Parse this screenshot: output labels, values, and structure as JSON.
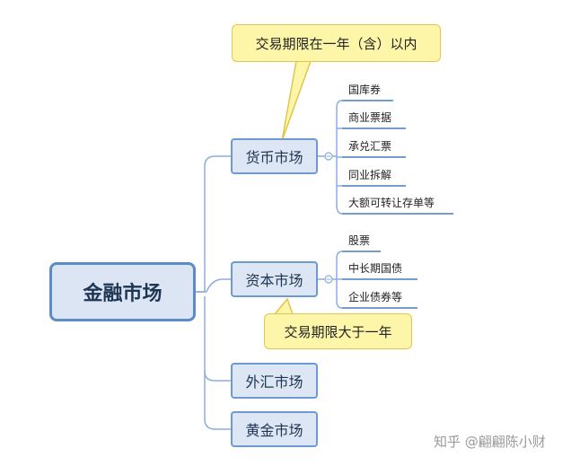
{
  "root": {
    "label": "金融市场"
  },
  "branches": [
    {
      "label": "货币市场",
      "children": [
        "国库券",
        "商业票据",
        "承兑汇票",
        "同业拆解",
        "大额可转让存单等"
      ],
      "callout": "交易期限在一年（含）以内"
    },
    {
      "label": "资本市场",
      "children": [
        "股票",
        "中长期国债",
        "企业债券等"
      ],
      "callout": "交易期限大于一年"
    },
    {
      "label": "外汇市场"
    },
    {
      "label": "黄金市场"
    }
  ],
  "watermark": "知乎 @翩翩陈小财",
  "colors": {
    "node_fill": "#dde6f4",
    "node_border": "#6f9ad0",
    "root_fill": "#dbe5f4",
    "root_border": "#5b8cc8",
    "callout_fill": "#fdf5a8",
    "callout_border": "#e0c64c",
    "connector": "#8aaedb",
    "leaf_underline": "#4a7bbd"
  }
}
